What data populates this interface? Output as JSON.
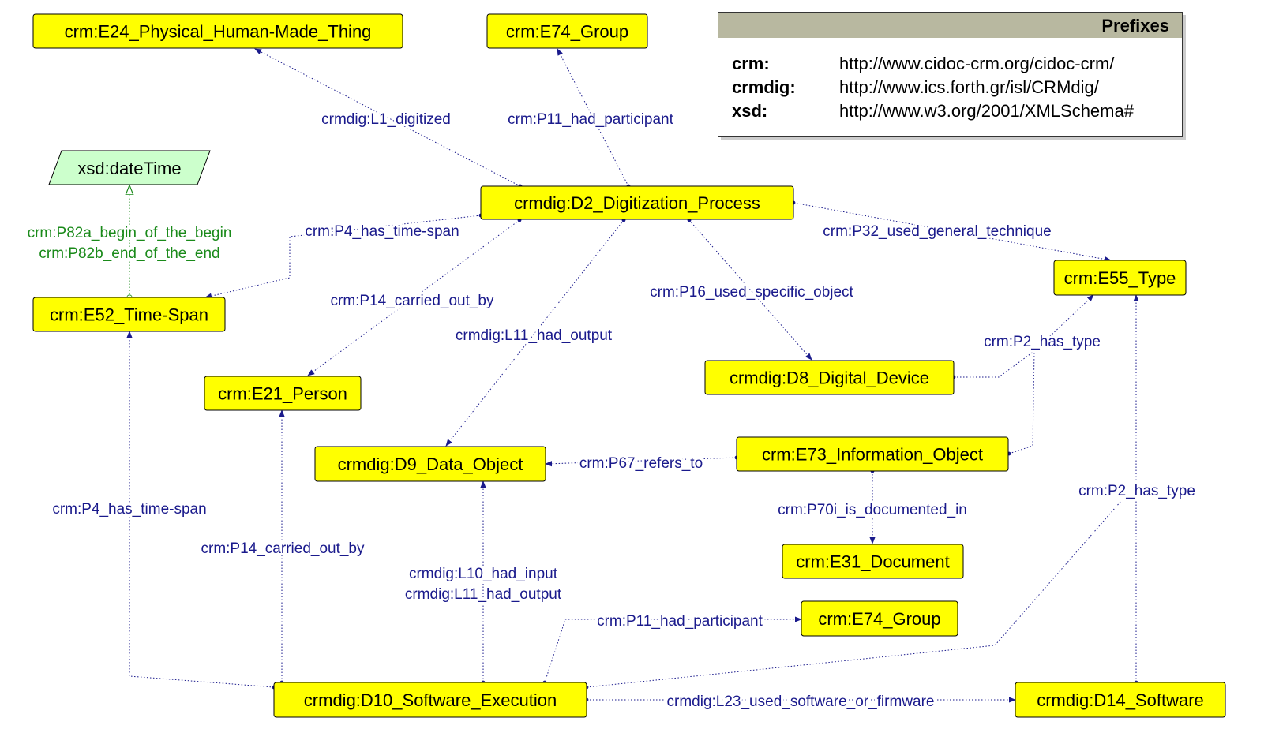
{
  "prefixes": {
    "title": "Prefixes",
    "rows": [
      {
        "prefix": "crm:",
        "uri": "http://www.cidoc-crm.org/cidoc-crm/"
      },
      {
        "prefix": "crmdig:",
        "uri": "http://www.ics.forth.gr/isl/CRMdig/"
      },
      {
        "prefix": "xsd:",
        "uri": "http://www.w3.org/2001/XMLSchema#"
      }
    ]
  },
  "colors": {
    "class_fill": "#ffff00",
    "literal_fill": "#ccffcc",
    "edge": "#1a1a8c",
    "literal_edge": "#1a8a1a",
    "prefix_header": "#b8b8a0"
  },
  "nodes": {
    "e24": "crm:E24_Physical_Human-Made_Thing",
    "e74a": "crm:E74_Group",
    "datetime": "xsd:dateTime",
    "d2": "crmdig:D2_Digitization_Process",
    "e55": "crm:E55_Type",
    "e52": "crm:E52_Time-Span",
    "e21": "crm:E21_Person",
    "d8": "crmdig:D8_Digital_Device",
    "d9": "crmdig:D9_Data_Object",
    "e73": "crm:E73_Information_Object",
    "e31": "crm:E31_Document",
    "e74b": "crm:E74_Group",
    "d10": "crmdig:D10_Software_Execution",
    "d14": "crmdig:D14_Software"
  },
  "edges": {
    "l1": "crmdig:L1_digitized",
    "p11a": "crm:P11_had_participant",
    "p4a": "crm:P4_has_time-span",
    "p14a": "crm:P14_carried_out_by",
    "l11a": "crmdig:L11_had_output",
    "p16": "crm:P16_used_specific_object",
    "p32": "crm:P32_used_general_technique",
    "p82a": "crm:P82a_begin_of_the_begin",
    "p82b": "crm:P82b_end_of_the_end",
    "p2a": "crm:P2_has_type",
    "p67": "crm:P67_refers_to",
    "p70i": "crm:P70i_is_documented_in",
    "l10": "crmdig:L10_had_input",
    "l11b": "crmdig:L11_had_output",
    "p14b": "crm:P14_carried_out_by",
    "p4b": "crm:P4_has_time-span",
    "p11b": "crm:P11_had_participant",
    "p2b": "crm:P2_has_type",
    "l23": "crmdig:L23_used_software_or_firmware"
  }
}
